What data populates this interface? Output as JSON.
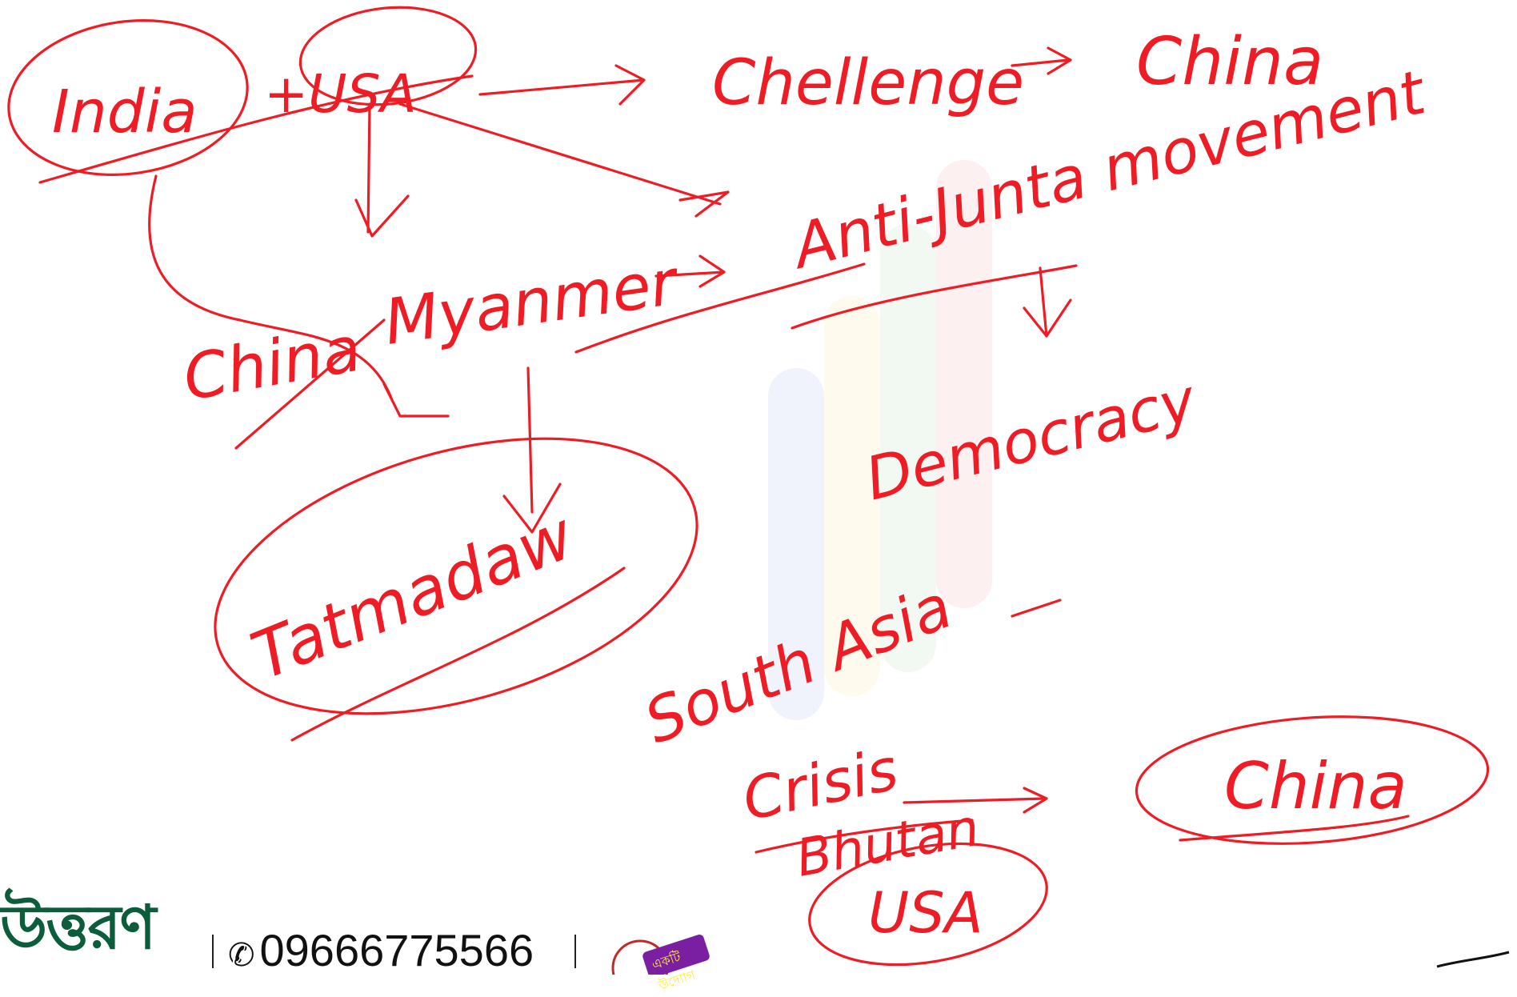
{
  "board": {
    "words": {
      "india": "India",
      "usa_top": "+USA",
      "challenge": "Chellenge",
      "china_top": "China",
      "junta": "Anti-Junta movement",
      "china_mid": "China",
      "myanmar": "Myanmer",
      "tatmadaw": "Tatmadaw",
      "democracy": "Democracy",
      "south_asia": "South Asia",
      "crisis": "Crisis",
      "bhutan": "Bhutan",
      "usa_bottom": "USA",
      "china_bottom": "China"
    },
    "ink_color": "#ee1c24"
  },
  "footer": {
    "brand": "উত্তরণ",
    "phone": "09666775566",
    "badge": "একটি উদ্যোগ",
    "brand_color": "#0b5d3b"
  }
}
